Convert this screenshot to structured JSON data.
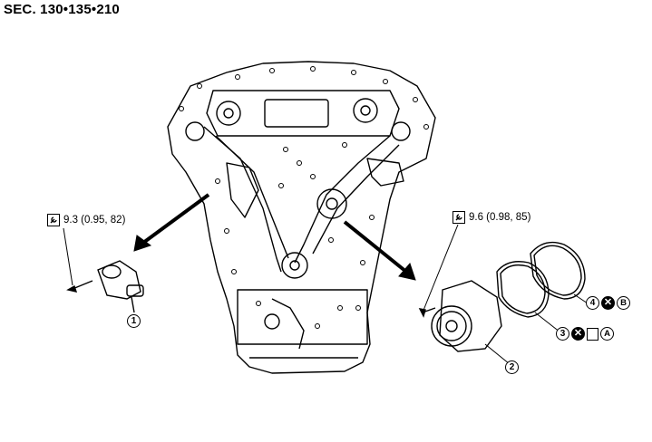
{
  "header": {
    "section_code": "SEC. 130•135•210"
  },
  "torque_specs": [
    {
      "icon": "torque-wrench-icon",
      "value": "9.3 (0.95, 82)"
    },
    {
      "icon": "torque-wrench-icon",
      "value": "9.6 (0.98, 85)"
    }
  ],
  "callouts": [
    "1",
    "2",
    "3",
    "4"
  ],
  "part_symbols": {
    "gasket_3": {
      "number": "3",
      "icons": [
        "do-not-reuse-icon",
        "oil-can-icon"
      ],
      "letter": "A"
    },
    "gasket_4": {
      "number": "4",
      "icons": [
        "do-not-reuse-icon"
      ],
      "letter": "B"
    }
  },
  "colors": {
    "line": "#000000",
    "background": "#ffffff"
  }
}
